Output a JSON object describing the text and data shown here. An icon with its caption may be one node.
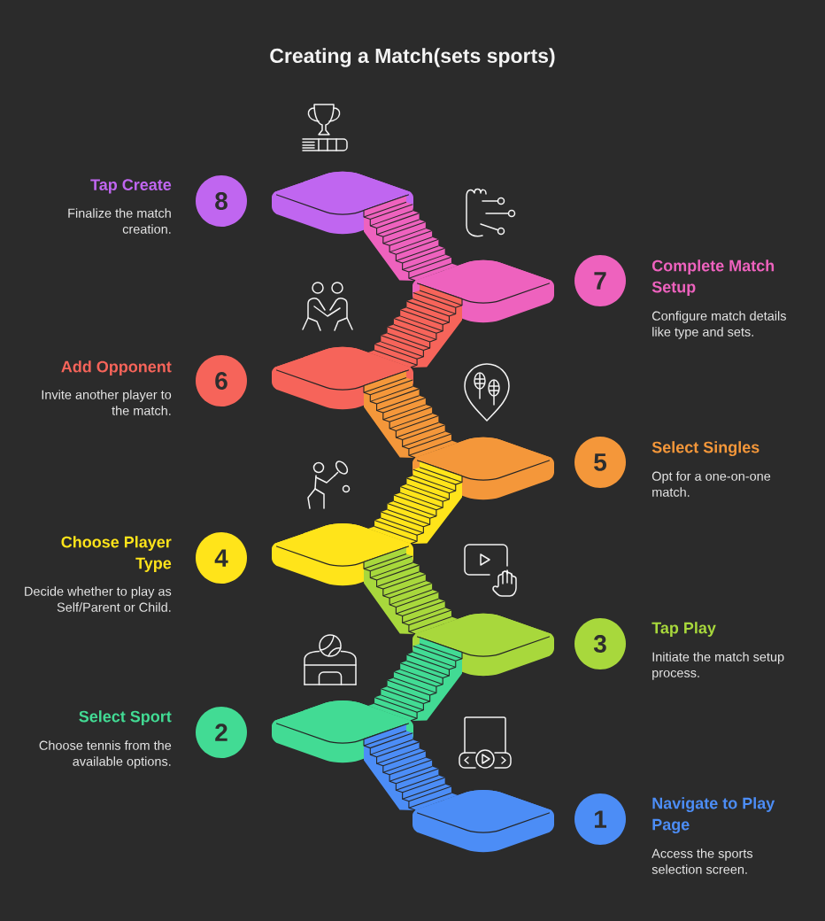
{
  "diagram": {
    "title": "Creating a Match(sets sports)",
    "nodes": [
      {
        "text": [
          "8"
        ],
        "beside": [
          "Tap Create",
          "Finalize the match creation."
        ]
      },
      {
        "text": [
          "7"
        ],
        "beside": [
          "Complete Match Setup",
          "Configure match details like type and sets."
        ]
      },
      {
        "text": [
          "6"
        ],
        "beside": [
          "Add Opponent",
          "Invite another player to the match."
        ]
      },
      {
        "text": [
          "5"
        ],
        "beside": [
          "Select Singles",
          "Opt for a one-on-one match."
        ]
      },
      {
        "text": [
          "4"
        ],
        "beside": [
          "Choose Player Type",
          "Decide whether to play as Self/Parent or Child."
        ]
      },
      {
        "text": [
          "3"
        ],
        "beside": [
          "Tap Play",
          "Initiate the match setup process."
        ]
      },
      {
        "text": [
          "2"
        ],
        "beside": [
          "Select Sport",
          "Choose tennis from the available options."
        ]
      },
      {
        "text": [
          "1"
        ],
        "beside": [
          "Navigate to Play Page",
          "Access the sports selection screen."
        ]
      }
    ]
  }
}
